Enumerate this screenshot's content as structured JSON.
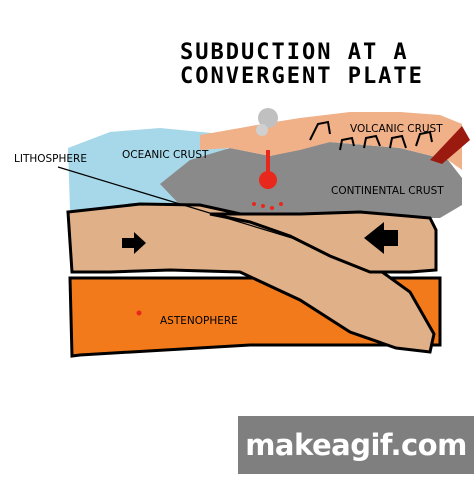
{
  "title": {
    "line1": "SUBDUCTION AT A",
    "line2": "CONVERGENT PLATE"
  },
  "labels": {
    "lithosphere": "LITHOSPHERE",
    "oceanic_crust": "OCEANIC CRUST",
    "volcanic_crust": "VOLCANIC CRUST",
    "continental_crust": "CONTINENTAL CRUST",
    "astenophere": "ASTENOPHERE"
  },
  "watermark": "makeagif.com",
  "colors": {
    "ocean": "#a7d8ea",
    "lithosphere": "#e0b089",
    "continental": "#8a8a8a",
    "volcanic": "#f0b088",
    "asthenosphere": "#f27a1a",
    "magma": "#e8281c",
    "outline": "#000000"
  }
}
